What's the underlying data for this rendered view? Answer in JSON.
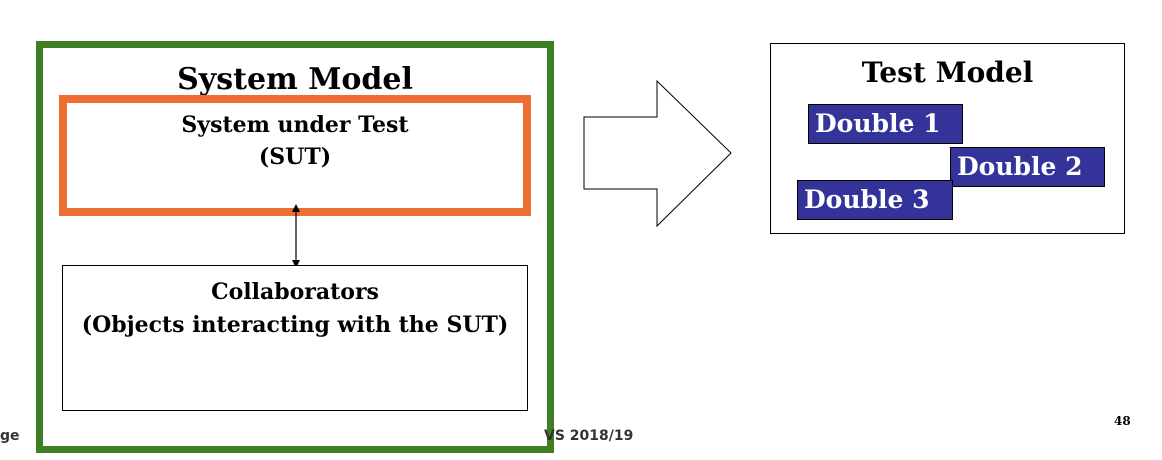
{
  "system_model": {
    "title": "System Model",
    "sut_line1": "System under Test",
    "sut_line2": "(SUT)",
    "collaborators_line1": "Collaborators",
    "collaborators_line2": "(Objects interacting with the SUT)"
  },
  "test_model": {
    "title": "Test Model",
    "doubles": [
      "Double 1",
      "Double 2",
      "Double 3"
    ]
  },
  "footer": {
    "left": "ge",
    "center": "VS 2018/19",
    "page_number": "48"
  },
  "colors": {
    "system_model_border": "#3f7f24",
    "sut_border": "#ec6e33",
    "double_fill": "#333399"
  }
}
